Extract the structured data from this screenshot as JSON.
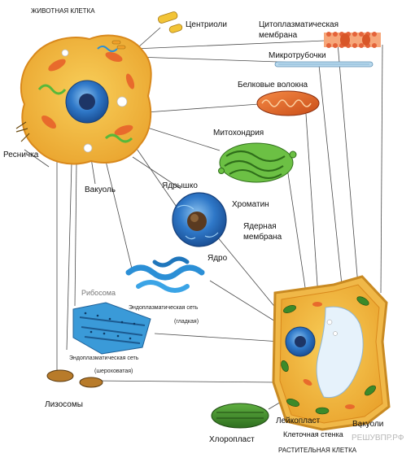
{
  "titles": {
    "animal_cell": "ЖИВОТНАЯ КЛЕТКА",
    "plant_cell": "РАСТИТЕЛЬНАЯ КЛЕТКА"
  },
  "labels": {
    "centrioles": "Центриоли",
    "membrane_line1": "Цитоплазматическая",
    "membrane_line2": "мембрана",
    "microtubules": "Микротрубочки",
    "protein_fibers": "Белковые волокна",
    "mitochondria": "Митохондрия",
    "cilium": "Ресничка",
    "vacuole": "Вакуоль",
    "nucleolus": "Ядрышко",
    "chromatin": "Хроматин",
    "nuclear_membrane_line1": "Ядерная",
    "nuclear_membrane_line2": "мембрана",
    "nucleus": "Ядро",
    "ribosome": "Рибосома",
    "smooth_er_line1": "Эндоплазматическая сеть",
    "smooth_er_line2": "(гладкая)",
    "rough_er_line1": "Эндоплазматическая сеть",
    "rough_er_line2": "(шероховатая)",
    "lysosomes": "Лизосомы",
    "chloroplast": "Хлоропласт",
    "leucoplast": "Лейкопласт",
    "vacuoles": "Вакуоли",
    "cell_wall": "Клеточная стенка"
  },
  "watermark": "РЕШУВПР.РФ",
  "colors": {
    "cytoplasm": "#f2b43a",
    "cell_outline": "#d9891c",
    "nucleus": "#2f78c8",
    "mitochondria": "#e86a2c",
    "chloroplast": "#3c8a2a",
    "golgi": "#58b83a",
    "er": "#2b8fd6",
    "plant_wall": "#e8a93a"
  }
}
